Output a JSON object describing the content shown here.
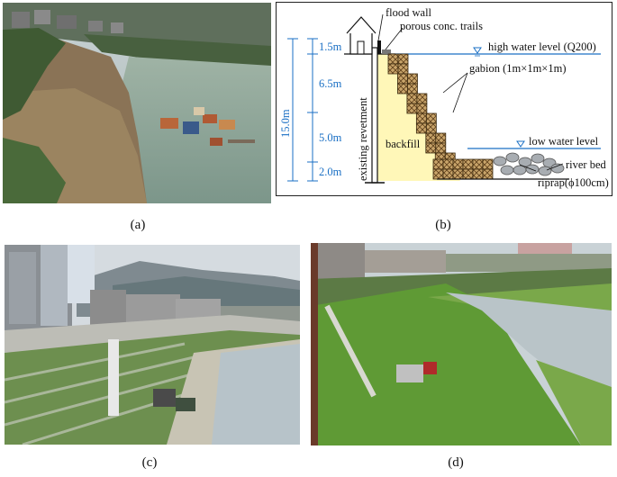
{
  "captions": {
    "a": "(a)",
    "b": "(b)",
    "c": "(c)",
    "d": "(d)"
  },
  "diagram": {
    "flood_wall": "flood wall",
    "porous_trails": "porous conc. trails",
    "high_water": "high water level (Q200)",
    "gabion": "gabion (1m×1m×1m)",
    "low_water": "low water level",
    "river_bed": "river bed",
    "riprap": "riprap(ϕ100cm)",
    "backfill": "backfill",
    "existing_revetment": "existing revetment",
    "total_height": "15.0m",
    "dims": [
      "1.5m",
      "6.5m",
      "5.0m",
      "2.0m"
    ]
  },
  "colors": {
    "dimension": "#1a6fc4",
    "water_line": "#1a6fc4",
    "backfill": "#fff7b8",
    "gabion": "#c8a46a"
  }
}
